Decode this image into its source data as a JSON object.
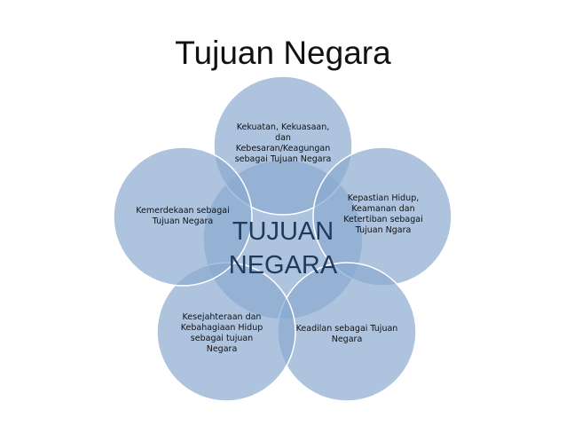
{
  "title": "Tujuan Negara",
  "center": {
    "lines": [
      "TUJUAN",
      "NEGARA"
    ]
  },
  "petals": [
    {
      "id": "top",
      "lines": [
        "Kekuatan, Kekuasaan,",
        "dan",
        "Kebesaran/Keagungan",
        "sebagai Tujuan Negara"
      ]
    },
    {
      "id": "right",
      "lines": [
        "Kepastian Hidup,",
        "Keamanan dan",
        "Ketertiban sebagai",
        "Tujuan Ngara"
      ]
    },
    {
      "id": "bottom-right",
      "lines": [
        "Keadilan sebagai Tujuan",
        "Negara"
      ]
    },
    {
      "id": "bottom-left",
      "lines": [
        "Kesejahteraan dan",
        "Kebahagiaan Hidup",
        "sebagai tujuan",
        "Negara"
      ]
    },
    {
      "id": "left",
      "lines": [
        "Kemerdekaan sebagai",
        "Tujuan Negara"
      ]
    }
  ],
  "colors": {
    "circle_fill": "#8aa9d0",
    "circle_stroke": "#ffffff",
    "center_text": "#1f3a5c",
    "title_text": "#111111"
  }
}
